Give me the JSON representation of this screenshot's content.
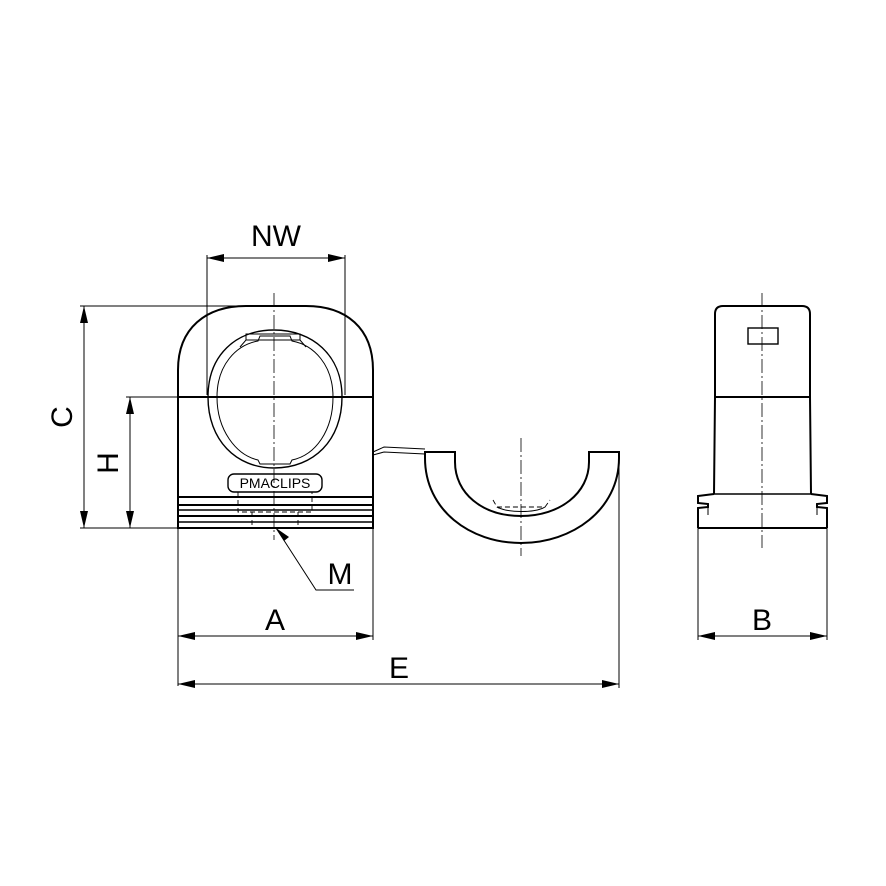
{
  "dimensions": {
    "nw": "NW",
    "c": "C",
    "h": "H",
    "m": "M",
    "a": "A",
    "e": "E",
    "b": "B"
  },
  "product_marking": "PMACLIPS"
}
